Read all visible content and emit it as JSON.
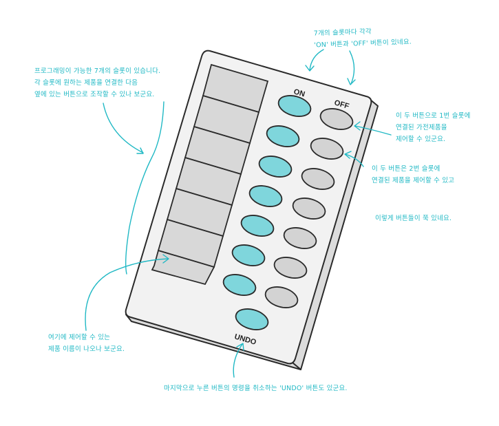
{
  "remote": {
    "on_label": "ON",
    "off_label": "OFF",
    "undo_label": "UNDO",
    "slot_count": 7,
    "colors": {
      "body": "#f2f2f2",
      "outline": "#2a2a2a",
      "slot": "#d8d8d8",
      "on_button": "#7fd6dc",
      "off_button": "#d3d3d3",
      "annotation": "#1fb8c4"
    }
  },
  "annotations": {
    "top_right": {
      "line1": "7개의 슬롯마다 각각",
      "line2": "'ON' 버튼과 'OFF' 버튼이 있네요."
    },
    "top_left": {
      "line1": "프로그래밍이 가능한 7개의 슬롯이 있습니다.",
      "line2": "각 슬롯에 원하는 제품을 연결한 다음",
      "line3": "옆에 있는 버튼으로 조작할 수 있나 보군요."
    },
    "slot1": {
      "line1": "이 두 버튼으로 1번 슬롯에",
      "line2": "연결된 가전제품을",
      "line3": "제어할 수 있군요."
    },
    "slot2": {
      "line1": "이 두 버튼은 2번 슬롯에",
      "line2": "연결된 제품을 제어할 수 있고"
    },
    "rows": {
      "line1": "이렇게 버튼들이 쭉 있네요."
    },
    "bottom_left": {
      "line1": "여기에 제어할 수 있는",
      "line2": "제품 이름이 나오나 보군요."
    },
    "bottom": {
      "line1": "마지막으로 누른 버튼의 명령을 취소하는 'UNDO' 버튼도 있군요."
    }
  }
}
